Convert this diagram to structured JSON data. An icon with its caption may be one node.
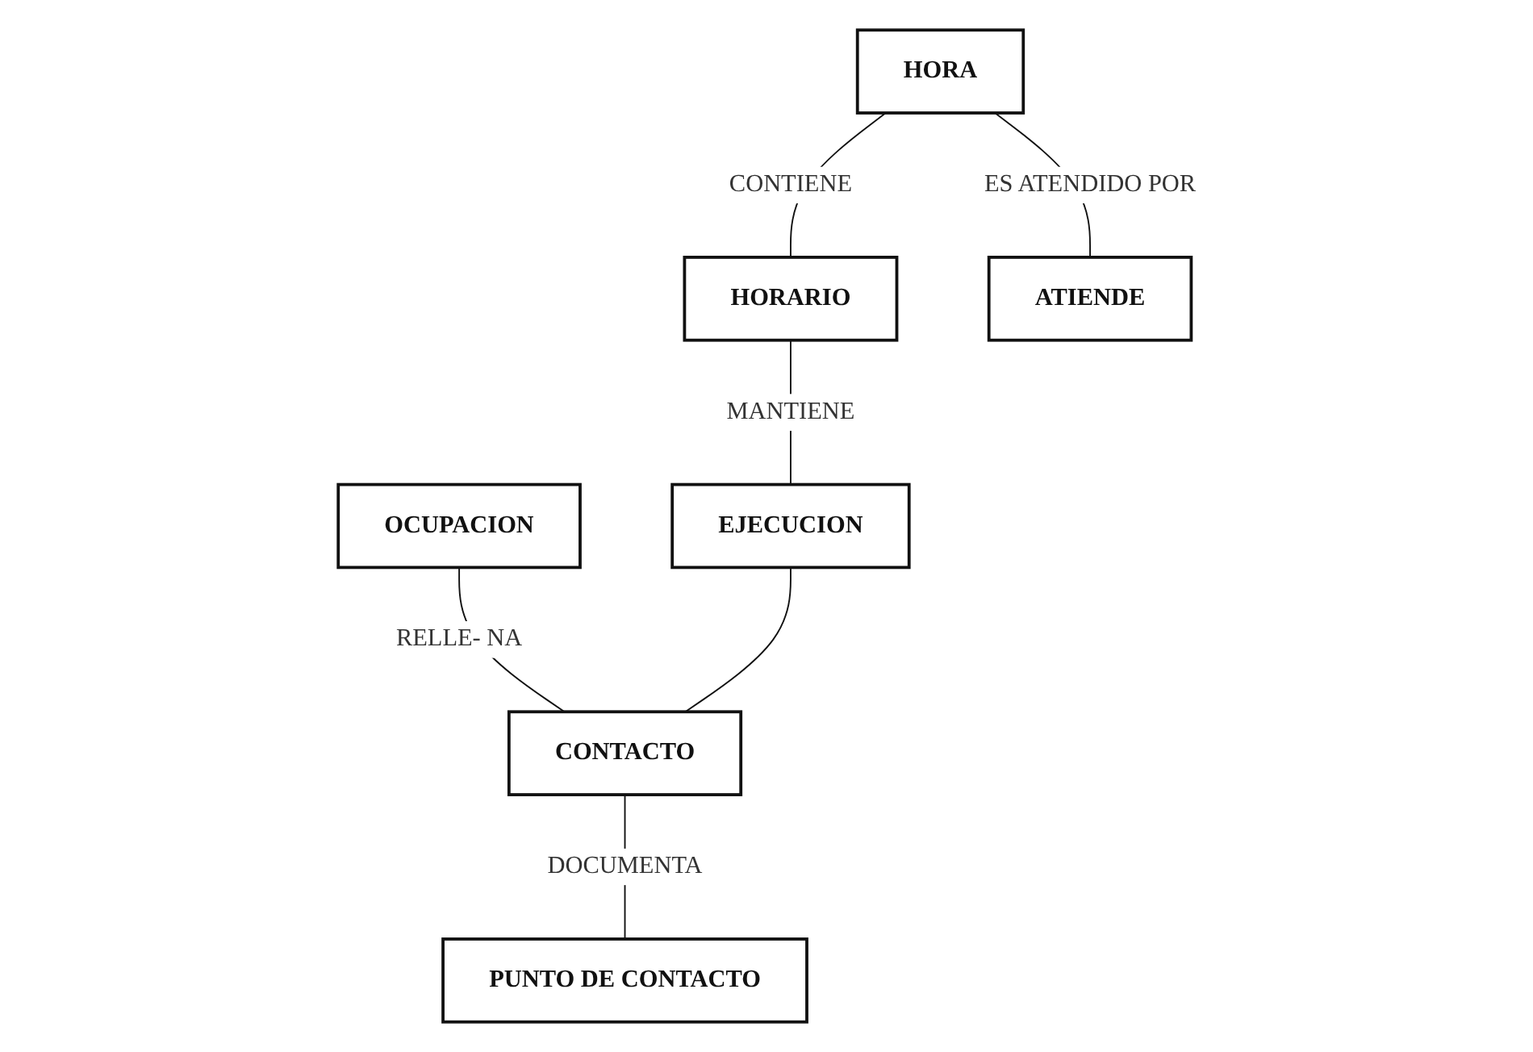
{
  "diagram": {
    "nodes": [
      {
        "text": [
          "HORA"
        ]
      },
      {
        "text": [
          "HORARIO"
        ]
      },
      {
        "text": [
          "OCUPACION"
        ]
      },
      {
        "text": [
          "ATIENDE"
        ]
      },
      {
        "text": [
          "EJECUCION"
        ]
      },
      {
        "text": [
          "CONTACTO"
        ]
      },
      {
        "text": [
          "PUNTO DE CONTACTO"
        ]
      }
    ],
    "edges": [
      {
        "from": 0,
        "to": 1,
        "arrow": "none",
        "label": "CONTIENE"
      },
      {
        "from": 0,
        "to": 3,
        "arrow": "none",
        "label": "ES ATENDIDO POR"
      },
      {
        "from": 1,
        "to": 4,
        "arrow": "none",
        "label": "MANTIENE"
      },
      {
        "from": 2,
        "to": 5,
        "arrow": "none",
        "label": "RELLE- NA"
      },
      {
        "from": 4,
        "to": 5,
        "arrow": "none"
      },
      {
        "from": 5,
        "to": 6,
        "arrow": "none",
        "label": "DOCUMENTA"
      }
    ]
  }
}
